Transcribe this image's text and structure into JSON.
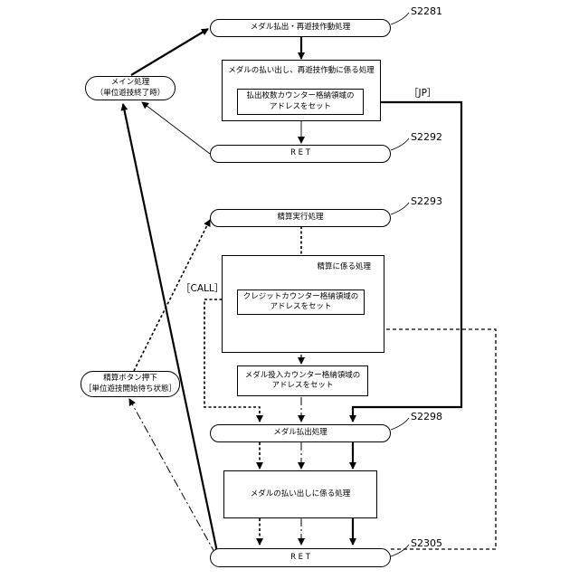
{
  "diagram": {
    "nodes": {
      "medal_payout_replay": "メダル払出・再遊技作動処理",
      "payout_replay_group": "メダルの払い出し、再遊技作動に係る処理",
      "set_payout_count_addr": "払出枚数カウンター格納領域の\nアドレスをセット",
      "ret_1": "R E T",
      "main_process": "メイン処理\n（単位遊技終了時）",
      "settlement_exec": "精算実行処理",
      "settlement_group": "精算に係る処理",
      "set_credit_addr": "クレジットカウンター格納領域の\nアドレスをセット",
      "set_insert_count_addr": "メダル投入カウンター格納領域の\nアドレスをセット",
      "settlement_button": "精算ボタン押下\n［単位遊技開始待ち状態］",
      "medal_payout": "メダル払出処理",
      "payout_group": "メダルの払い出しに係る処理",
      "ret_2": "R E T"
    },
    "step_labels": {
      "s2281": "S2281",
      "s2292": "S2292",
      "s2293": "S2293",
      "s2298": "S2298",
      "s2305": "S2305"
    },
    "edge_labels": {
      "jp": "［JP］",
      "call": "［CALL］"
    }
  }
}
